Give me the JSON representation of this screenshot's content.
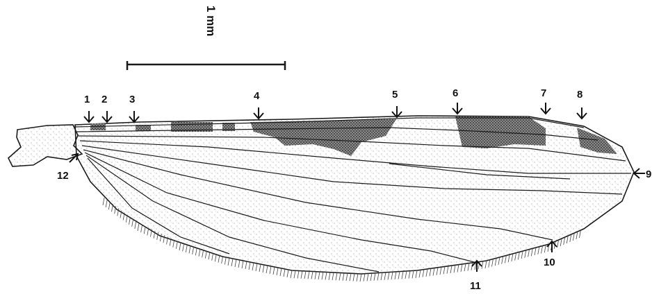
{
  "scale_bar": {
    "label": "1 mm"
  },
  "markers": [
    {
      "label": "1"
    },
    {
      "label": "2"
    },
    {
      "label": "3"
    },
    {
      "label": "4"
    },
    {
      "label": "5"
    },
    {
      "label": "6"
    },
    {
      "label": "7"
    },
    {
      "label": "8"
    },
    {
      "label": "9"
    },
    {
      "label": "10"
    },
    {
      "label": "11"
    },
    {
      "label": "12"
    }
  ],
  "colors": {
    "ink": "#1a1a1a",
    "spot": "#3a3a3a",
    "paper": "#ffffff"
  }
}
